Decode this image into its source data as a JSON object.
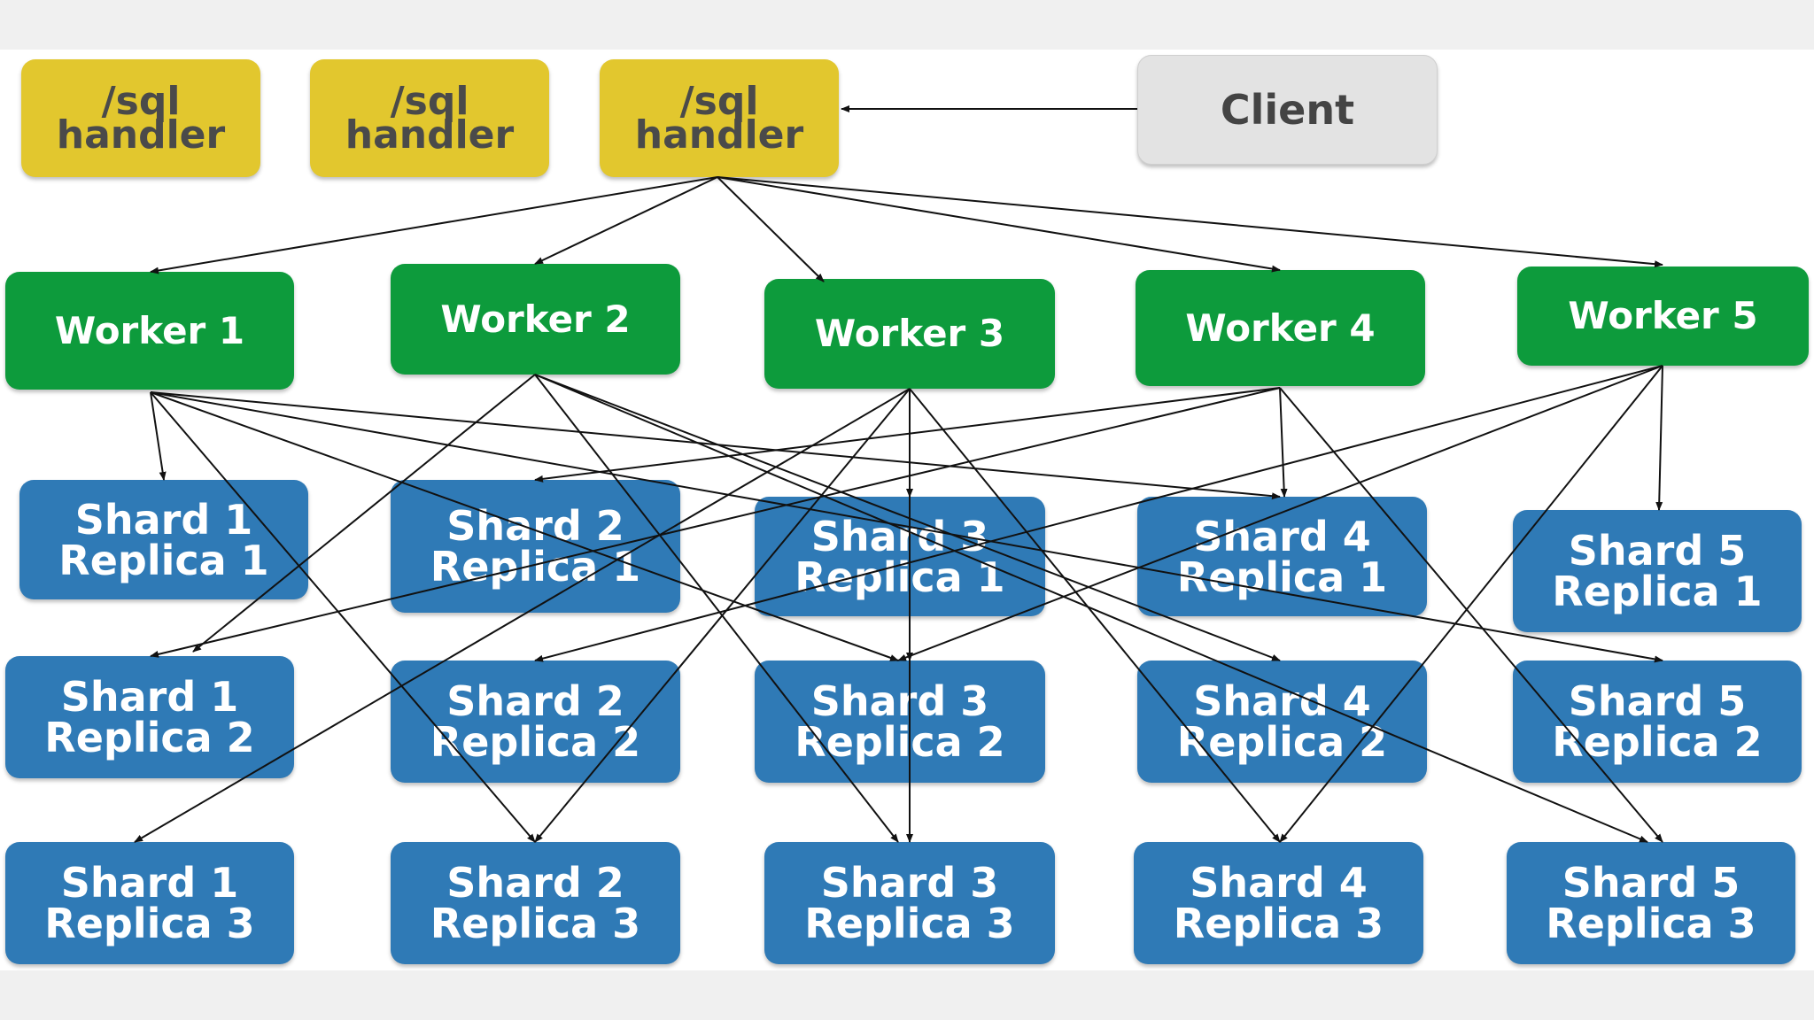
{
  "handlers": [
    {
      "line1": "/sql",
      "line2": "handler"
    },
    {
      "line1": "/sql",
      "line2": "handler"
    },
    {
      "line1": "/sql",
      "line2": "handler"
    }
  ],
  "client": {
    "label": "Client"
  },
  "workers": [
    {
      "label": "Worker 1"
    },
    {
      "label": "Worker 2"
    },
    {
      "label": "Worker 3"
    },
    {
      "label": "Worker 4"
    },
    {
      "label": "Worker 5"
    }
  ],
  "shards": [
    {
      "replicas": [
        {
          "line1": "Shard 1",
          "line2": "Replica 1"
        },
        {
          "line1": "Shard 1",
          "line2": "Replica 2"
        },
        {
          "line1": "Shard 1",
          "line2": "Replica 3"
        }
      ]
    },
    {
      "replicas": [
        {
          "line1": "Shard 2",
          "line2": "Replica 1"
        },
        {
          "line1": "Shard 2",
          "line2": "Replica 2"
        },
        {
          "line1": "Shard 2",
          "line2": "Replica 3"
        }
      ]
    },
    {
      "replicas": [
        {
          "line1": "Shard 3",
          "line2": "Replica 1"
        },
        {
          "line1": "Shard 3",
          "line2": "Replica 2"
        },
        {
          "line1": "Shard 3",
          "line2": "Replica 3"
        }
      ]
    },
    {
      "replicas": [
        {
          "line1": "Shard 4",
          "line2": "Replica 1"
        },
        {
          "line1": "Shard 4",
          "line2": "Replica 2"
        },
        {
          "line1": "Shard 4",
          "line2": "Replica 3"
        }
      ]
    },
    {
      "replicas": [
        {
          "line1": "Shard 5",
          "line2": "Replica 1"
        },
        {
          "line1": "Shard 5",
          "line2": "Replica 2"
        },
        {
          "line1": "Shard 5",
          "line2": "Replica 3"
        }
      ]
    }
  ],
  "colors": {
    "handler": "#e2c72e",
    "client": "#e3e3e3",
    "worker": "#0d9b3c",
    "replica": "#2f7ab6",
    "arrow": "#111111"
  }
}
